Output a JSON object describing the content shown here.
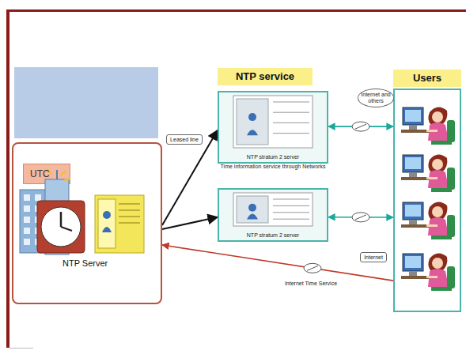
{
  "diagram": {
    "nodes": [
      {
        "text": [
          "NTP Server"
        ]
      },
      {
        "text": [
          "UTC"
        ],
        "in": 0
      },
      {
        "text": [
          "NTP service"
        ]
      },
      {
        "text": [
          "NTP stratum 2 server",
          "Time information service through Networks"
        ]
      },
      {
        "text": [
          "NTP stratum 2 server"
        ]
      },
      {
        "text": [
          "Users"
        ]
      }
    ],
    "edges": [
      {
        "from": 0,
        "to": 3,
        "arrow": "to",
        "label": "Leased line"
      },
      {
        "from": 0,
        "to": 4,
        "arrow": "to"
      },
      {
        "from": 3,
        "to": 5,
        "arrow": "both",
        "label": "Internet and others"
      },
      {
        "from": 4,
        "to": 5,
        "arrow": "both"
      },
      {
        "from": 5,
        "to": 0,
        "arrow": "to",
        "label": "Internet Time Service"
      }
    ],
    "labels": [
      "Internet"
    ]
  }
}
